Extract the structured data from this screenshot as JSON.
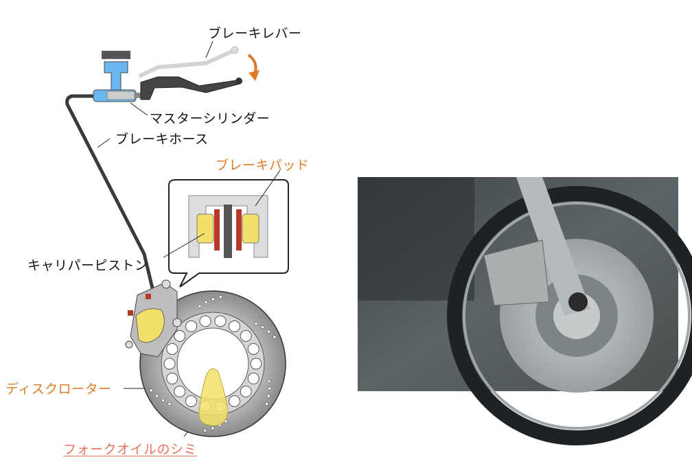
{
  "labels": {
    "brake_lever": "ブレーキレバー",
    "master_cylinder": "マスターシリンダー",
    "brake_hose": "ブレーキホース",
    "brake_pad": "ブレーキパッド",
    "caliper_piston": "キャリパーピストン",
    "disc_rotor": "ディスクローター",
    "fork_oil_stain": "フォークオイルのシミ"
  },
  "colors": {
    "accent_orange": "#e07a26",
    "link_red": "#e8735a",
    "cylinder_blue": "#6bb8f0",
    "pad_yellow": "#f2e06a",
    "piston_red": "#b8392a"
  }
}
